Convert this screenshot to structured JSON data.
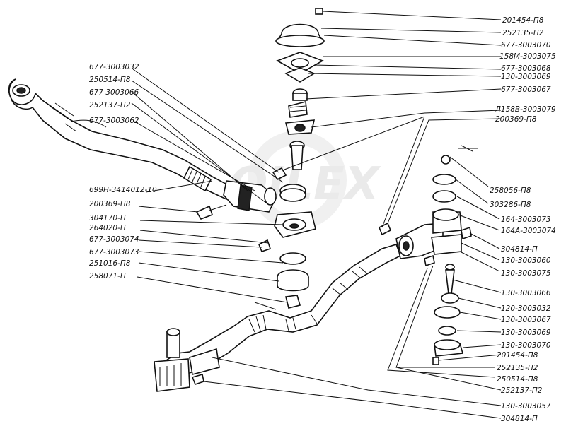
{
  "watermark": "OILEX",
  "labels_right": [
    "201454-П8",
    "252135-П2",
    "677-3003070",
    "158М-3003075",
    "677-3003068",
    "130-3003069",
    "677-3003067",
    "Л158В-3003079",
    "200369-П8",
    "258056-П8",
    "303286-П8",
    "164-3003073",
    "164А-3003074",
    "304814-П",
    "130-3003060",
    "130-3003075",
    "130-3003066",
    "120-3003032",
    "130-3003067",
    "130-3003069",
    "130-3003070",
    "201454-П8",
    "252135-П2",
    "250514-П8",
    "252137-П2",
    "130-3003057",
    "304814-П"
  ],
  "labels_left": [
    "677-3003032",
    "250514-П8",
    "677 3003066",
    "252137-П2",
    "677-3003062",
    "699Н-3414012-10",
    "200369-П8",
    "304170-П",
    "264020-П",
    "677-3003074",
    "677-3003073",
    "251016-П8",
    "258071-П"
  ]
}
